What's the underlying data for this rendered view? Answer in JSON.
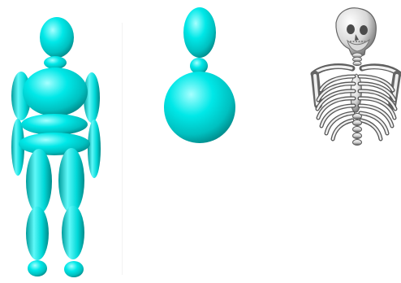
{
  "figures": [
    {
      "name": "segmented-body-model",
      "color": "#00dede"
    },
    {
      "name": "head-torso-model",
      "color": "#00dede"
    },
    {
      "name": "skeleton-torso-model",
      "color": "#bcbcbc"
    }
  ],
  "colors": {
    "background": "#ffffff",
    "primitive_light": "#a6ffff",
    "primitive_base": "#00dede",
    "primitive_shadow": "#008a8a",
    "bone_light": "#ffffff",
    "bone_base": "#c9c9c9",
    "bone_shadow": "#585858"
  }
}
